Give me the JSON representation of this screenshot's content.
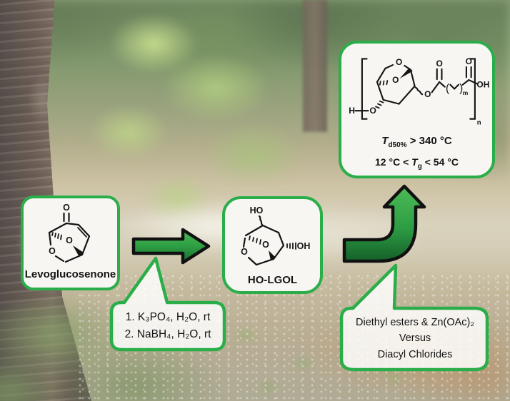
{
  "title": "Levoglucosenone to bio-based polyester graphical abstract",
  "colors": {
    "accent_green": "#2bae4a",
    "arrow_light": "#4cbb57",
    "arrow_mid": "#2e9e44",
    "arrow_dark": "#156c2d",
    "outline_black": "#111111",
    "panel_bg": "#f8f6f3",
    "text": "#141414"
  },
  "panels": {
    "levoglucosenone": {
      "label": "Levoglucosenone",
      "atoms": {
        "ketone_o": "O",
        "ring_o": "O",
        "bridge_o": "O"
      }
    },
    "holgol": {
      "label": "HO-LGOL",
      "atoms": {
        "ho": "HO",
        "oh": "OH",
        "ring_o": "O",
        "bridge_o": "O"
      }
    },
    "product": {
      "atoms": {
        "h_end": "H",
        "o_link": "O",
        "ring_o": "O",
        "bridge_o": "O",
        "ester_o": "O",
        "carbonyl_o_left": "O",
        "carbonyl_o_right": "O",
        "oh_end": "OH",
        "paren_open": "(",
        "paren_close": ")",
        "repeat_m": "m",
        "repeat_n": "n"
      },
      "thermal_decomposition": {
        "t": "T",
        "sub": "d50%",
        "rest": " > 340 °C"
      },
      "glass_transition": {
        "pre": "12 °C < ",
        "t": "T",
        "sub": "g",
        "rest": " < 54 °C"
      }
    }
  },
  "callouts": {
    "reduction_conditions": {
      "line1": "1. K₃PO₄, H₂O, rt",
      "line2": "2. NaBH₄, H₂O, rt"
    },
    "polymerization_conditions": {
      "line1": "Diethyl esters & Zn(OAc)₂",
      "line2": "Versus",
      "line3": "Diacyl Chlorides"
    }
  }
}
